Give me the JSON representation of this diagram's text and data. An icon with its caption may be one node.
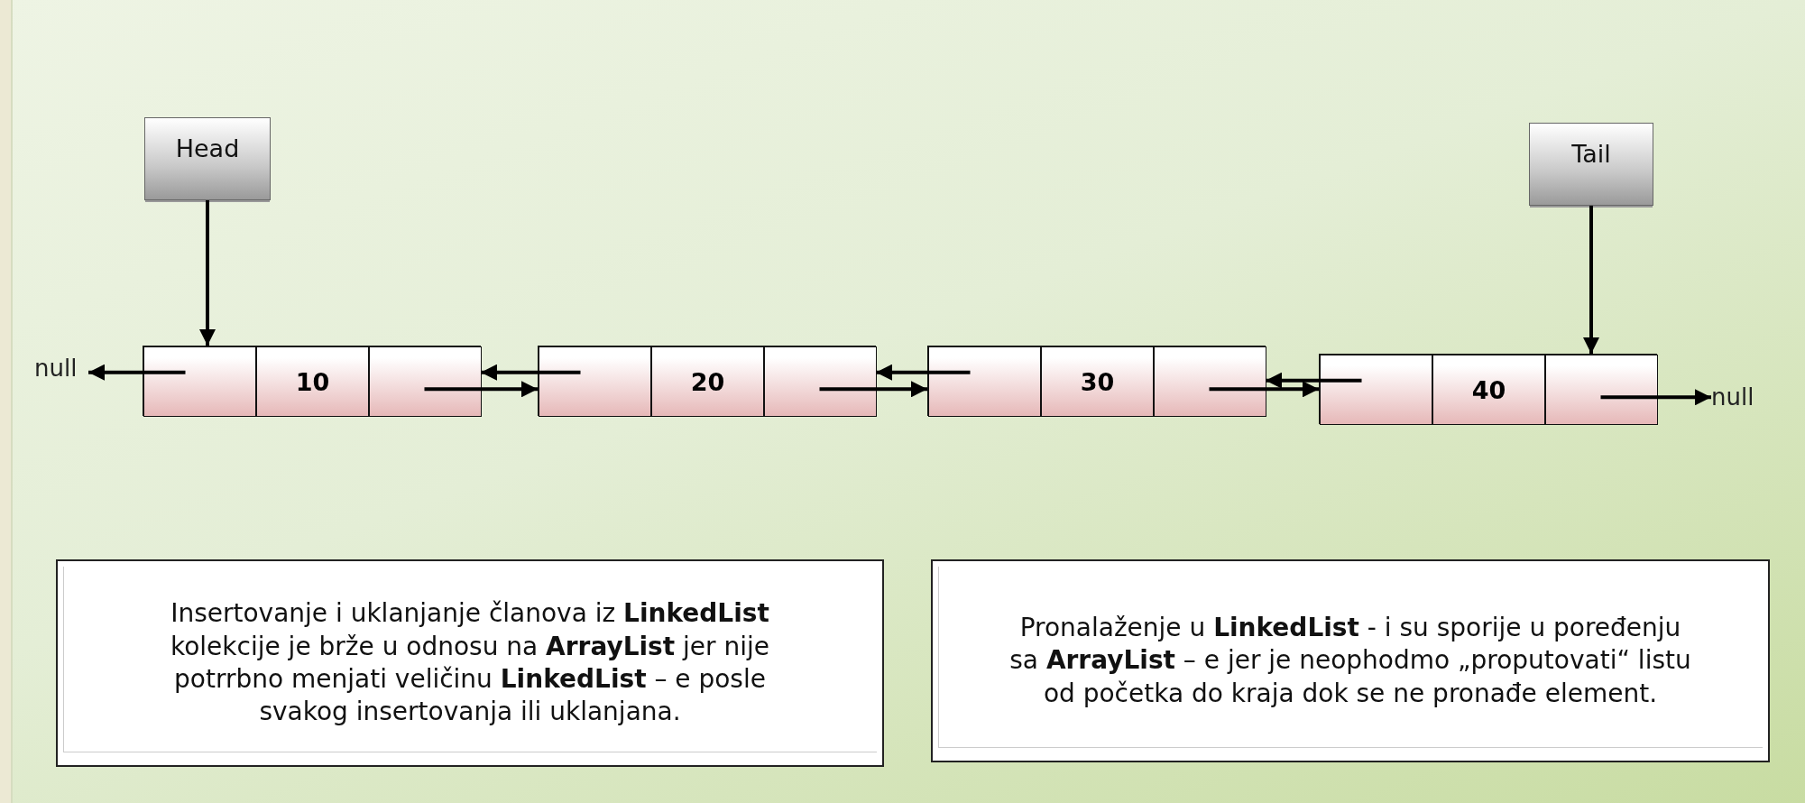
{
  "diagram": {
    "nodes": [
      {
        "text": [
          "Head"
        ]
      },
      {
        "text": [
          "Tail"
        ]
      },
      {
        "text": [],
        "shape": "box"
      },
      {
        "text": [],
        "shape": "box",
        "in": 2
      },
      {
        "text": [
          "10"
        ],
        "in": 2
      },
      {
        "text": [],
        "shape": "box",
        "in": 2
      },
      {
        "text": [],
        "shape": "box"
      },
      {
        "text": [],
        "shape": "box",
        "in": 6
      },
      {
        "text": [
          "20"
        ],
        "in": 6
      },
      {
        "text": [],
        "shape": "box",
        "in": 6
      },
      {
        "text": [],
        "shape": "box"
      },
      {
        "text": [],
        "shape": "box",
        "in": 10
      },
      {
        "text": [
          "30"
        ],
        "in": 10
      },
      {
        "text": [],
        "shape": "box",
        "in": 10
      },
      {
        "text": [],
        "shape": "box"
      },
      {
        "text": [],
        "shape": "box",
        "in": 14
      },
      {
        "text": [
          "40"
        ],
        "in": 14
      },
      {
        "text": [],
        "shape": "box",
        "in": 14
      },
      {
        "text": [
          "null"
        ]
      },
      {
        "text": [
          "null"
        ]
      },
      {
        "text": [
          "Insertovanje i uklanjanje članova iz **LinkedList** kolekcije je brže u odnosu na **ArrayList** jer nije potrrbno menjati veličinu **LinkedList** – e posle svakog insertovanja ili uklanjana."
        ]
      },
      {
        "text": [
          "Pronalaženje u **LinkedList** - i su sporije u poređenju sa **ArrayList** – e jer je neophodmo „proputovati“ listu od početka do kraja dok se ne pronađe element."
        ]
      }
    ],
    "edges": [
      {
        "from": 0,
        "to": 2,
        "arrow": "to"
      },
      {
        "from": 1,
        "to": 14,
        "arrow": "to"
      },
      {
        "from": 3,
        "to": 18,
        "arrow": "to"
      },
      {
        "from": 7,
        "to": 5,
        "arrow": "to"
      },
      {
        "from": 5,
        "to": 7,
        "arrow": "to"
      },
      {
        "from": 11,
        "to": 9,
        "arrow": "to"
      },
      {
        "from": 9,
        "to": 11,
        "arrow": "to"
      },
      {
        "from": 15,
        "to": 13,
        "arrow": "to"
      },
      {
        "from": 13,
        "to": 15,
        "arrow": "to"
      },
      {
        "from": 17,
        "to": 19,
        "arrow": "to"
      }
    ]
  }
}
